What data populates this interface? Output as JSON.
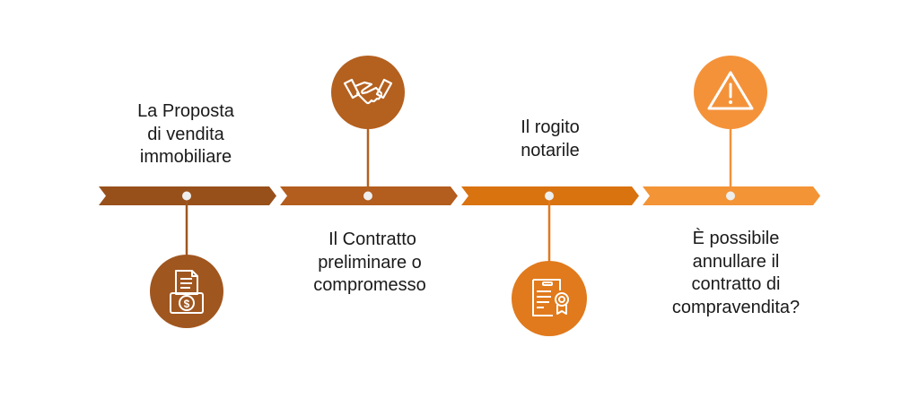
{
  "steps": [
    {
      "lines": [
        "La Proposta",
        "di vendita",
        "immobiliare"
      ],
      "icon": "document-money-icon",
      "band_color": "#98501b",
      "circle_color": "#a0561f"
    },
    {
      "lines": [
        "Il Contratto",
        "preliminare o",
        "compromesso"
      ],
      "icon": "handshake-icon",
      "band_color": "#b35d1e",
      "circle_color": "#b4601f"
    },
    {
      "lines": [
        "Il rogito",
        "notarile"
      ],
      "icon": "certificate-icon",
      "band_color": "#d9730f",
      "circle_color": "#e07a1c"
    },
    {
      "lines": [
        "È possibile",
        "annullare il",
        "contratto di",
        "compravendita?"
      ],
      "icon": "warning-icon",
      "band_color": "#f39436",
      "circle_color": "#f4923a"
    }
  ]
}
